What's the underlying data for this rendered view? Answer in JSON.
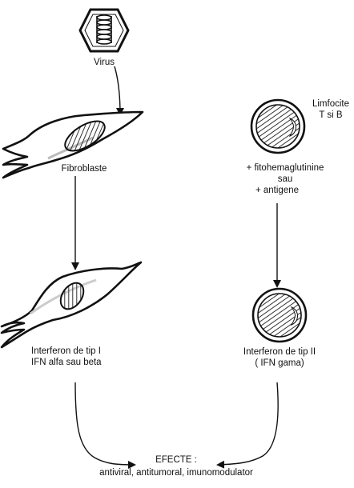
{
  "labels": {
    "virus": "Virus",
    "fibroblaste": "Fibroblaste",
    "limfocite_1": "Limfocite",
    "limfocite_2": "T si B",
    "stim_1": "+ fitohemaglutinine",
    "stim_2": "sau",
    "stim_3": "+  antigene",
    "ifn1_1": "Interferon de tip I",
    "ifn1_2": "IFN  alfa sau beta",
    "ifn2_1": "Interferon de tip II",
    "ifn2_2": "( IFN gama)",
    "efecte_title": "EFECTE :",
    "efecte_list": "antiviral, antitumoral, imunomodulator"
  },
  "colors": {
    "ink": "#111111",
    "hatch": "#444444",
    "shade": "#bbbbbb"
  },
  "icons": {
    "virus": "hexagon-helix-icon",
    "fibroblast": "spindle-cell-icon",
    "lymphocyte": "round-cell-icon"
  }
}
